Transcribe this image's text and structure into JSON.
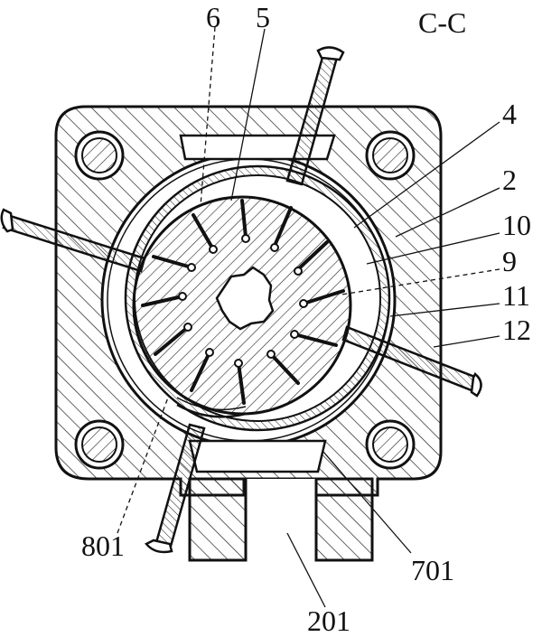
{
  "section_label": "C-C",
  "part_labels": {
    "p6": "6",
    "p5": "5",
    "p4": "4",
    "p2": "2",
    "p10": "10",
    "p9": "9",
    "p11": "11",
    "p12": "12",
    "p801": "801",
    "p701": "701",
    "p201": "201"
  }
}
